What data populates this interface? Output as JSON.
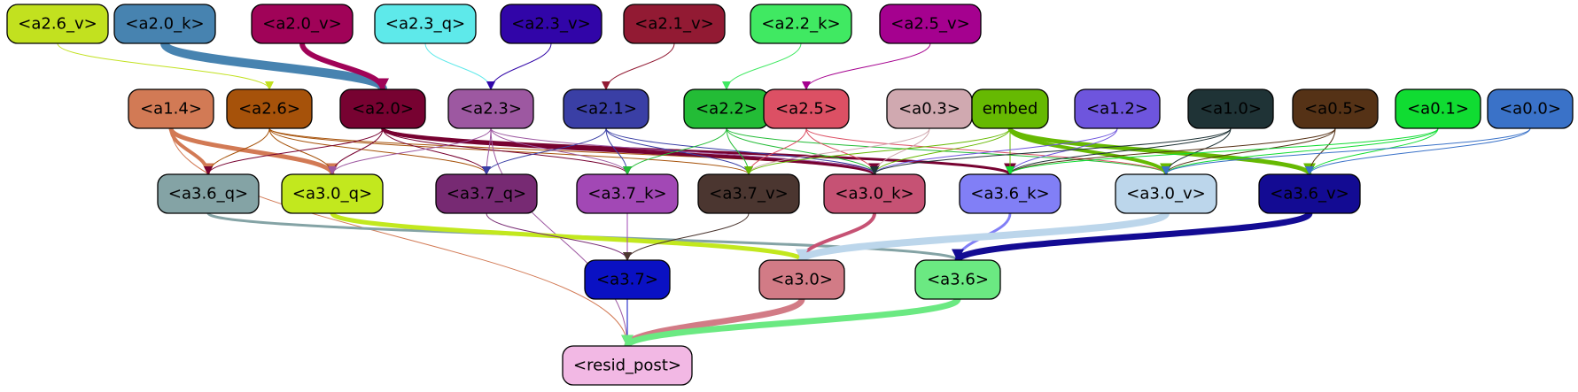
{
  "diagram": {
    "nodes": [
      {
        "id": "a2.6_v",
        "label": "<a2.6_v>",
        "color": "#c2e11f",
        "text": "#000000"
      },
      {
        "id": "a2.0_k",
        "label": "<a2.0_k>",
        "color": "#4783b0",
        "text": "#000000"
      },
      {
        "id": "a2.0_v",
        "label": "<a2.0_v>",
        "color": "#a00358",
        "text": "#000000"
      },
      {
        "id": "a2.3_q",
        "label": "<a2.3_q>",
        "color": "#5ee9ea",
        "text": "#000000"
      },
      {
        "id": "a2.3_v",
        "label": "<a2.3_v>",
        "color": "#3105a8",
        "text": "#000000"
      },
      {
        "id": "a2.1_v",
        "label": "<a2.1_v>",
        "color": "#921a33",
        "text": "#000000"
      },
      {
        "id": "a2.2_k",
        "label": "<a2.2_k>",
        "color": "#40e962",
        "text": "#000000"
      },
      {
        "id": "a2.5_v",
        "label": "<a2.5_v>",
        "color": "#a5018f",
        "text": "#000000"
      },
      {
        "id": "a1.4",
        "label": "<a1.4>",
        "color": "#d27a55",
        "text": "#000000"
      },
      {
        "id": "a2.6",
        "label": "<a2.6>",
        "color": "#a6520a",
        "text": "#000000"
      },
      {
        "id": "a2.0",
        "label": "<a2.0>",
        "color": "#770231",
        "text": "#000000"
      },
      {
        "id": "a2.3",
        "label": "<a2.3>",
        "color": "#9d58a1",
        "text": "#000000"
      },
      {
        "id": "a2.1",
        "label": "<a2.1>",
        "color": "#3a3fa5",
        "text": "#000000"
      },
      {
        "id": "a2.2",
        "label": "<a2.2>",
        "color": "#23bc36",
        "text": "#000000"
      },
      {
        "id": "a2.5",
        "label": "<a2.5>",
        "color": "#dc5064",
        "text": "#000000"
      },
      {
        "id": "a0.3",
        "label": "<a0.3>",
        "color": "#d0a9b0",
        "text": "#000000"
      },
      {
        "id": "embed",
        "label": "embed",
        "color": "#66b902",
        "text": "#000000"
      },
      {
        "id": "a1.2",
        "label": "<a1.2>",
        "color": "#6e55dd",
        "text": "#000000"
      },
      {
        "id": "a1.0",
        "label": "<a1.0>",
        "color": "#1f3336",
        "text": "#000000"
      },
      {
        "id": "a0.5",
        "label": "<a0.5>",
        "color": "#553216",
        "text": "#000000"
      },
      {
        "id": "a0.1",
        "label": "<a0.1>",
        "color": "#10dc32",
        "text": "#000000"
      },
      {
        "id": "a0.0",
        "label": "<a0.0>",
        "color": "#3a72c8",
        "text": "#000000"
      },
      {
        "id": "a3.6_q",
        "label": "<a3.6_q>",
        "color": "#84a3a5",
        "text": "#000000"
      },
      {
        "id": "a3.0_q",
        "label": "<a3.0_q>",
        "color": "#c2e81e",
        "text": "#000000"
      },
      {
        "id": "a3.7_q",
        "label": "<a3.7_q>",
        "color": "#772a73",
        "text": "#000000"
      },
      {
        "id": "a3.7_k",
        "label": "<a3.7_k>",
        "color": "#a248b5",
        "text": "#000000"
      },
      {
        "id": "a3.7_v",
        "label": "<a3.7_v>",
        "color": "#4b3630",
        "text": "#000000"
      },
      {
        "id": "a3.0_k",
        "label": "<a3.0_k>",
        "color": "#c65274",
        "text": "#000000"
      },
      {
        "id": "a3.6_k",
        "label": "<a3.6_k>",
        "color": "#817ff6",
        "text": "#000000"
      },
      {
        "id": "a3.0_v",
        "label": "<a3.0_v>",
        "color": "#bcd6eb",
        "text": "#000000"
      },
      {
        "id": "a3.6_v",
        "label": "<a3.6_v>",
        "color": "#130b93",
        "text": "#000000"
      },
      {
        "id": "a3.7",
        "label": "<a3.7>",
        "color": "#0a11c3",
        "text": "#000000"
      },
      {
        "id": "a3.0",
        "label": "<a3.0>",
        "color": "#d27b86",
        "text": "#000000"
      },
      {
        "id": "a3.6",
        "label": "<a3.6>",
        "color": "#6be982",
        "text": "#000000"
      },
      {
        "id": "resid_post",
        "label": "<resid_post>",
        "color": "#f2b8e4",
        "text": "#000000"
      }
    ],
    "edges": [
      {
        "from": "a2.6_v",
        "to": "a2.6",
        "color": "#c2e11f",
        "weight": 1
      },
      {
        "from": "a2.0_k",
        "to": "a2.0",
        "color": "#4783b0",
        "weight": 10
      },
      {
        "from": "a2.0_v",
        "to": "a2.0",
        "color": "#a00358",
        "weight": 6
      },
      {
        "from": "a2.3_q",
        "to": "a2.3",
        "color": "#5ee9ea",
        "weight": 1
      },
      {
        "from": "a2.3_v",
        "to": "a2.3",
        "color": "#3105a8",
        "weight": 1
      },
      {
        "from": "a2.1_v",
        "to": "a2.1",
        "color": "#921a33",
        "weight": 1
      },
      {
        "from": "a2.2_k",
        "to": "a2.2",
        "color": "#40e962",
        "weight": 1
      },
      {
        "from": "a2.5_v",
        "to": "a2.5",
        "color": "#a5018f",
        "weight": 1
      },
      {
        "from": "a1.4",
        "to": "a3.6_q",
        "color": "#d27a55",
        "weight": 4
      },
      {
        "from": "a1.4",
        "to": "a3.0_q",
        "color": "#d27a55",
        "weight": 5
      },
      {
        "from": "a1.4",
        "to": "resid_post",
        "color": "#d27a55",
        "weight": 1
      },
      {
        "from": "a2.6",
        "to": "a3.6_q",
        "color": "#a6520a",
        "weight": 1
      },
      {
        "from": "a2.6",
        "to": "a3.0_q",
        "color": "#a6520a",
        "weight": 1
      },
      {
        "from": "a2.6",
        "to": "a3.7_q",
        "color": "#a6520a",
        "weight": 1
      },
      {
        "from": "a2.6",
        "to": "a3.7_v",
        "color": "#a6520a",
        "weight": 1
      },
      {
        "from": "a2.6",
        "to": "a3.0_k",
        "color": "#a6520a",
        "weight": 1
      },
      {
        "from": "a2.0",
        "to": "a3.6_q",
        "color": "#770231",
        "weight": 1
      },
      {
        "from": "a2.0",
        "to": "a3.0_q",
        "color": "#770231",
        "weight": 1
      },
      {
        "from": "a2.0",
        "to": "a3.7_q",
        "color": "#770231",
        "weight": 1
      },
      {
        "from": "a2.0",
        "to": "a3.7_k",
        "color": "#770231",
        "weight": 1
      },
      {
        "from": "a2.0",
        "to": "a3.0_k",
        "color": "#770231",
        "weight": 4
      },
      {
        "from": "a2.0",
        "to": "a3.6_k",
        "color": "#770231",
        "weight": 3
      },
      {
        "from": "a2.3",
        "to": "a3.0_q",
        "color": "#9d58a1",
        "weight": 1
      },
      {
        "from": "a2.3",
        "to": "a3.7_q",
        "color": "#9d58a1",
        "weight": 1
      },
      {
        "from": "a2.3",
        "to": "a3.7_k",
        "color": "#9d58a1",
        "weight": 1
      },
      {
        "from": "a2.3",
        "to": "a3.0_k",
        "color": "#9d58a1",
        "weight": 1
      },
      {
        "from": "a2.3",
        "to": "resid_post",
        "color": "#9d58a1",
        "weight": 1
      },
      {
        "from": "a2.1",
        "to": "a3.7_q",
        "color": "#3a3fa5",
        "weight": 1
      },
      {
        "from": "a2.1",
        "to": "a3.7_k",
        "color": "#3a3fa5",
        "weight": 1
      },
      {
        "from": "a2.1",
        "to": "a3.7_v",
        "color": "#3a3fa5",
        "weight": 1
      },
      {
        "from": "a2.1",
        "to": "a3.0_k",
        "color": "#3a3fa5",
        "weight": 1
      },
      {
        "from": "a2.2",
        "to": "a3.7_k",
        "color": "#23bc36",
        "weight": 1
      },
      {
        "from": "a2.2",
        "to": "a3.7_v",
        "color": "#23bc36",
        "weight": 1
      },
      {
        "from": "a2.2",
        "to": "a3.0_k",
        "color": "#23bc36",
        "weight": 1
      },
      {
        "from": "a2.2",
        "to": "a3.0_v",
        "color": "#23bc36",
        "weight": 1
      },
      {
        "from": "a2.5",
        "to": "a3.7_v",
        "color": "#dc5064",
        "weight": 1
      },
      {
        "from": "a2.5",
        "to": "a3.0_k",
        "color": "#dc5064",
        "weight": 1
      },
      {
        "from": "a2.5",
        "to": "a3.0_v",
        "color": "#dc5064",
        "weight": 1
      },
      {
        "from": "a0.3",
        "to": "a3.7_v",
        "color": "#d0a9b0",
        "weight": 1
      },
      {
        "from": "a0.3",
        "to": "a3.0_k",
        "color": "#d0a9b0",
        "weight": 1
      },
      {
        "from": "embed",
        "to": "a3.7_v",
        "color": "#66b902",
        "weight": 1
      },
      {
        "from": "embed",
        "to": "a3.0_k",
        "color": "#66b902",
        "weight": 1
      },
      {
        "from": "embed",
        "to": "a3.6_k",
        "color": "#66b902",
        "weight": 1
      },
      {
        "from": "embed",
        "to": "a3.0_v",
        "color": "#66b902",
        "weight": 4
      },
      {
        "from": "embed",
        "to": "a3.6_v",
        "color": "#66b902",
        "weight": 5
      },
      {
        "from": "a1.2",
        "to": "a3.0_k",
        "color": "#6e55dd",
        "weight": 1
      },
      {
        "from": "a1.2",
        "to": "a3.6_k",
        "color": "#6e55dd",
        "weight": 1
      },
      {
        "from": "a1.0",
        "to": "a3.0_k",
        "color": "#1f3336",
        "weight": 1
      },
      {
        "from": "a1.0",
        "to": "a3.6_k",
        "color": "#1f3336",
        "weight": 1
      },
      {
        "from": "a1.0",
        "to": "a3.0_v",
        "color": "#1f3336",
        "weight": 1
      },
      {
        "from": "a0.5",
        "to": "a3.6_k",
        "color": "#553216",
        "weight": 1
      },
      {
        "from": "a0.5",
        "to": "a3.0_v",
        "color": "#553216",
        "weight": 1
      },
      {
        "from": "a0.5",
        "to": "a3.6_v",
        "color": "#553216",
        "weight": 1
      },
      {
        "from": "a0.1",
        "to": "a3.6_k",
        "color": "#10dc32",
        "weight": 1
      },
      {
        "from": "a0.1",
        "to": "a3.0_v",
        "color": "#10dc32",
        "weight": 1
      },
      {
        "from": "a0.1",
        "to": "a3.6_v",
        "color": "#10dc32",
        "weight": 1
      },
      {
        "from": "a0.0",
        "to": "a3.0_v",
        "color": "#3a72c8",
        "weight": 1
      },
      {
        "from": "a0.0",
        "to": "a3.6_v",
        "color": "#3a72c8",
        "weight": 1
      },
      {
        "from": "a3.6_q",
        "to": "a3.6",
        "color": "#84a3a5",
        "weight": 3
      },
      {
        "from": "a3.0_q",
        "to": "a3.0",
        "color": "#c2e81e",
        "weight": 5
      },
      {
        "from": "a3.7_q",
        "to": "a3.7",
        "color": "#772a73",
        "weight": 1
      },
      {
        "from": "a3.7_k",
        "to": "a3.7",
        "color": "#a248b5",
        "weight": 1
      },
      {
        "from": "a3.7_v",
        "to": "a3.7",
        "color": "#4b3630",
        "weight": 1
      },
      {
        "from": "a3.0_k",
        "to": "a3.0",
        "color": "#c65274",
        "weight": 4
      },
      {
        "from": "a3.6_k",
        "to": "a3.6",
        "color": "#817ff6",
        "weight": 3
      },
      {
        "from": "a3.0_v",
        "to": "a3.0",
        "color": "#bcd6eb",
        "weight": 8
      },
      {
        "from": "a3.6_v",
        "to": "a3.6",
        "color": "#130b93",
        "weight": 7
      },
      {
        "from": "a3.7",
        "to": "resid_post",
        "color": "#0a11c3",
        "weight": 1
      },
      {
        "from": "a3.0",
        "to": "resid_post",
        "color": "#d27b86",
        "weight": 7
      },
      {
        "from": "a3.6",
        "to": "resid_post",
        "color": "#6be982",
        "weight": 7
      }
    ]
  }
}
